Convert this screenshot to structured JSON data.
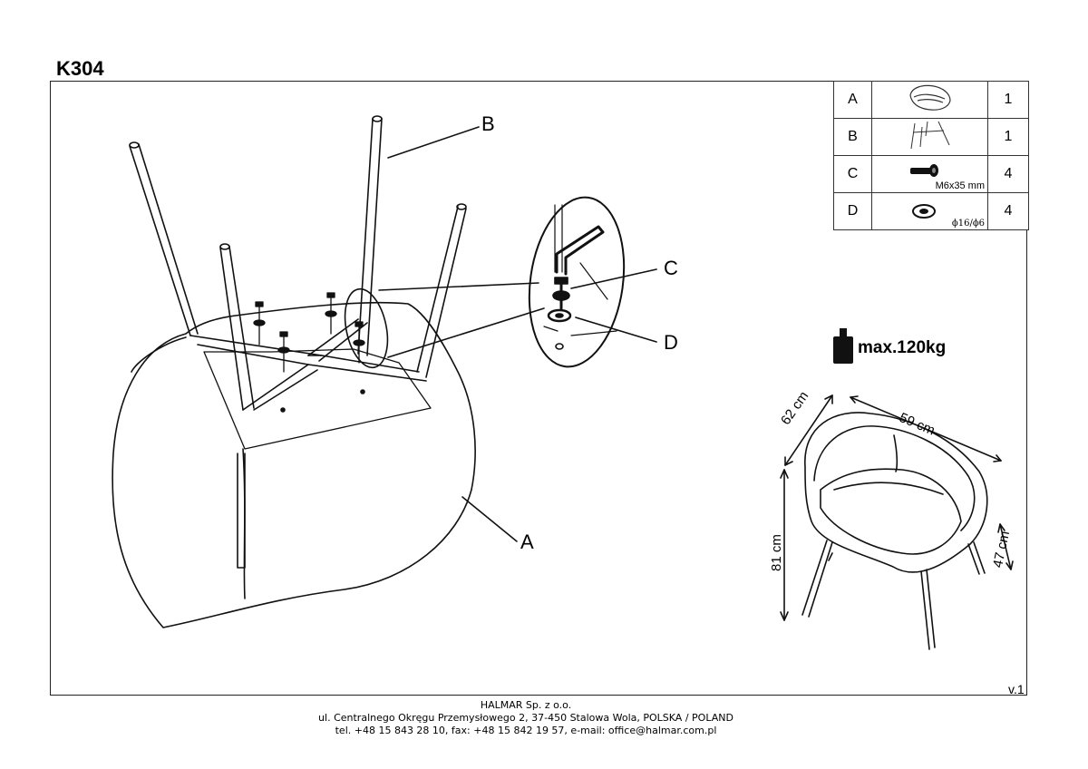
{
  "document": {
    "model_code": "K304",
    "version": "v.1"
  },
  "parts": [
    {
      "letter": "A",
      "icon": "seat-shell-icon",
      "note": "",
      "qty": "1"
    },
    {
      "letter": "B",
      "icon": "leg-frame-icon",
      "note": "",
      "qty": "1"
    },
    {
      "letter": "C",
      "icon": "bolt-icon",
      "note": "M6x35 mm",
      "qty": "4"
    },
    {
      "letter": "D",
      "icon": "washer-icon",
      "note": "ϕ16/ϕ6",
      "qty": "4"
    }
  ],
  "callouts": {
    "a": "A",
    "b": "B",
    "c": "C",
    "d": "D"
  },
  "load": {
    "label": "max.120kg",
    "icon": "weight-icon"
  },
  "dimensions": {
    "depth": "62 cm",
    "width": "59 cm",
    "height": "81 cm",
    "seat_height": "47 cm"
  },
  "footer": {
    "company": "HALMAR Sp. z o.o.",
    "address": "ul. Centralnego Okręgu Przemysłowego 2, 37-450 Stalowa Wola, POLSKA / POLAND",
    "contact": "tel. +48 15 843 28 10, fax: +48 15 842 19 57, e-mail: office@halmar.com.pl"
  }
}
